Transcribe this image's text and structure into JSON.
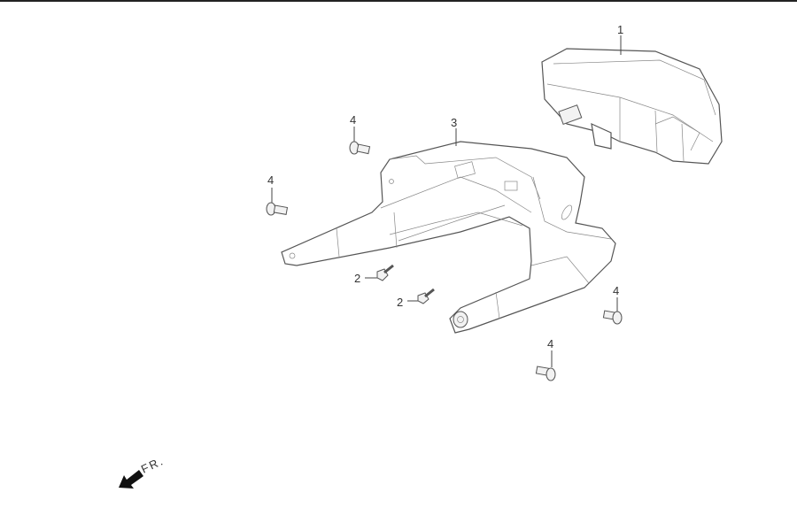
{
  "diagram": {
    "callouts": {
      "part1": "1",
      "part3": "3",
      "bolt4_a": "4",
      "bolt4_b": "4",
      "bolt4_c": "4",
      "bolt4_d": "4",
      "screw2_a": "2",
      "screw2_b": "2"
    },
    "direction_label": "FR.",
    "direction_icon": "arrow-front-left-icon"
  }
}
